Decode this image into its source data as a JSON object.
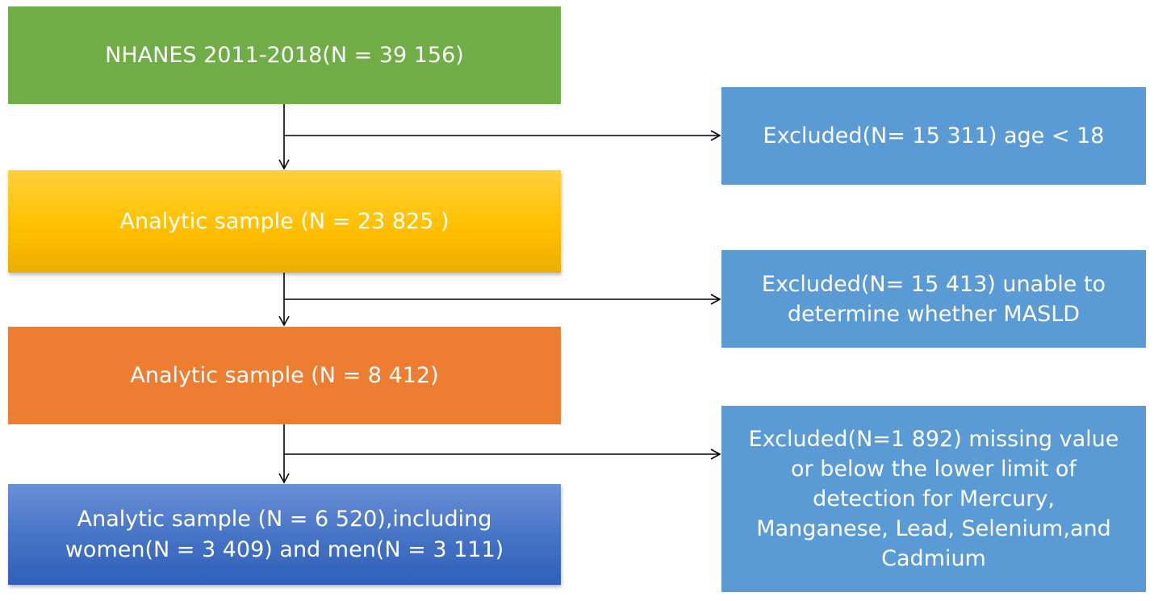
{
  "flow": {
    "steps": [
      {
        "label": "NHANES 2011-2018(N = 39 156)"
      },
      {
        "label": "Analytic sample (N =  23 825 )"
      },
      {
        "label": "Analytic sample (N = 8 412)"
      },
      {
        "label": "Analytic sample (N = 6 520),including\nwomen(N = 3 409) and men(N = 3 111)"
      }
    ],
    "exclusions": [
      {
        "label": "Excluded(N= 15 311) age < 18"
      },
      {
        "label": "Excluded(N= 15 413) unable to\ndetermine whether MASLD"
      },
      {
        "label": "Excluded(N=1 892) missing value\nor below the lower limit of\ndetection for Mercury,\nManganese, Lead, Selenium,and\nCadmium"
      }
    ]
  },
  "colors": {
    "step_1": "#70ad47",
    "step_2": "#ffc000",
    "step_3": "#ed7d31",
    "step_4": "#4472c4",
    "exclusion": "#5b9bd5",
    "connector": "#000000"
  }
}
